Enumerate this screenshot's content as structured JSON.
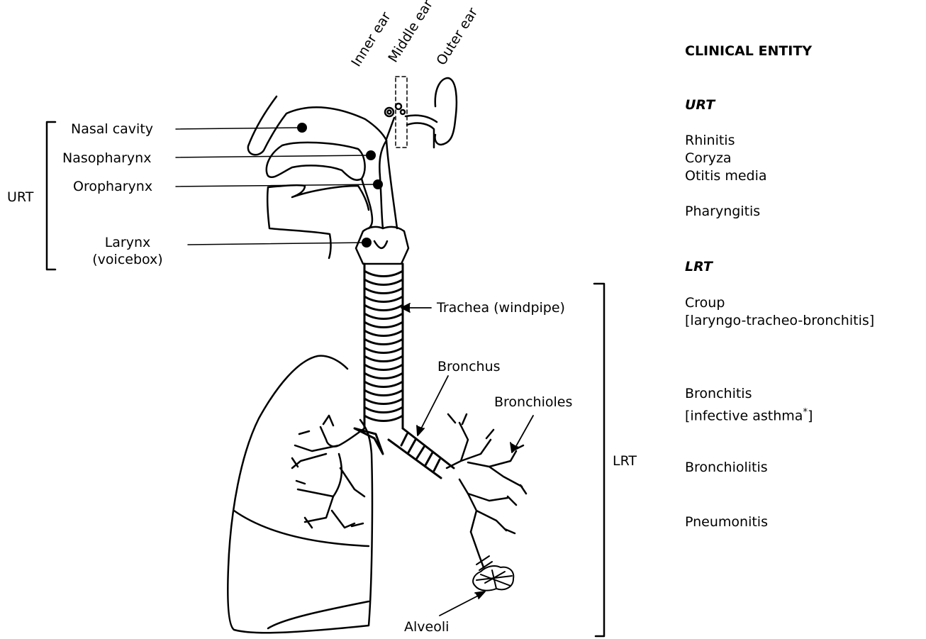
{
  "anatomy": {
    "urt_bracket": "URT",
    "lrt_bracket": "LRT",
    "nasal_cavity": "Nasal cavity",
    "nasopharynx": "Nasopharynx",
    "oropharynx": "Oropharynx",
    "larynx": "Larynx",
    "larynx_sub": "(voicebox)",
    "inner_ear": "Inner ear",
    "middle_ear": "Middle ear",
    "outer_ear": "Outer ear",
    "trachea": "Trachea (windpipe)",
    "bronchus": "Bronchus",
    "bronchioles": "Bronchioles",
    "alveoli": "Alveoli"
  },
  "clinical": {
    "heading": "CLINICAL ENTITY",
    "urt_heading": "URT",
    "rhinitis": "Rhinitis",
    "coryza": "Coryza",
    "otitis_media": "Otitis media",
    "pharyngitis": "Pharyngitis",
    "lrt_heading": "LRT",
    "croup": "Croup",
    "croup_sub": "[laryngo-tracheo-bronchitis]",
    "bronchitis": "Bronchitis",
    "bronchitis_sub": "[infective asthma",
    "asterisk": "*",
    "bracket_close": "]",
    "bronchiolitis": "Bronchiolitis",
    "pneumonitis": "Pneumonitis"
  }
}
